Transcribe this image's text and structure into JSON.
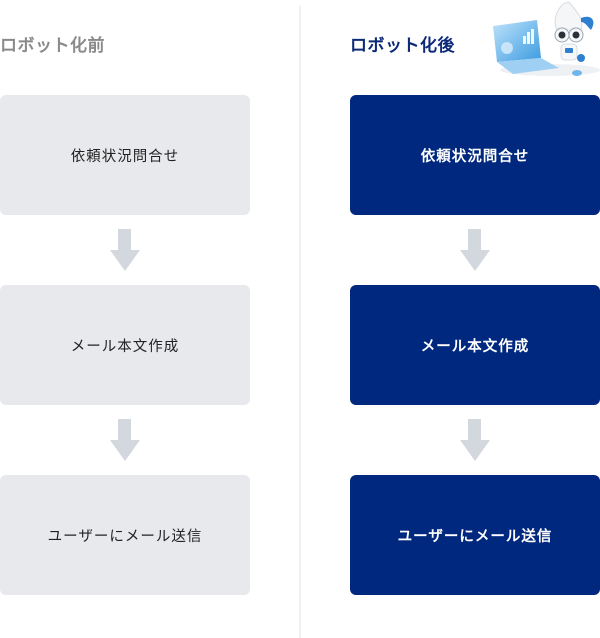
{
  "before": {
    "heading": "ロボット化前",
    "steps": [
      "依頼状況問合せ",
      "メール本文作成",
      "ユーザーにメール送信"
    ]
  },
  "after": {
    "heading": "ロボット化後",
    "steps": [
      "依頼状況問合せ",
      "メール本文作成",
      "ユーザーにメール送信"
    ],
    "illustration": "robot-at-laptop-icon"
  },
  "colors": {
    "before_box": "#e8e9ed",
    "after_box": "#00287e",
    "arrow": "#d3d7de",
    "before_heading": "#8a8a8a",
    "after_heading": "#0c2a78"
  }
}
